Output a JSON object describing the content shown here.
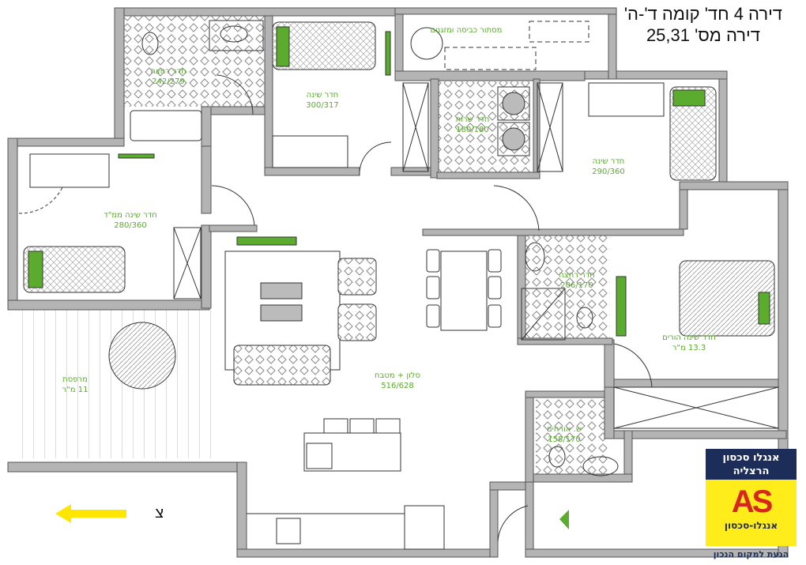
{
  "title": {
    "line1": "דירה 4 חד' קומה ד'-ה'",
    "line2": "דירה מס' 25,31"
  },
  "rooms": [
    {
      "name": "חדר רחצה",
      "size": "242/279"
    },
    {
      "name": "חדר שינה",
      "size": "300/317"
    },
    {
      "name": "מסתור כביסה ומזגנים",
      "size": ""
    },
    {
      "name": "חדר שרות",
      "size": "180/180"
    },
    {
      "name": "חדר שינה",
      "size": "290/360"
    },
    {
      "name": "חדר שינה ממ\"ד",
      "size": "280/360"
    },
    {
      "name": "מרפסת",
      "size": "11 מ\"ר"
    },
    {
      "name": "סלון + מטבח",
      "size": "516/628"
    },
    {
      "name": "חדר רחצה",
      "size": "206/170"
    },
    {
      "name": "חדר שינה הורים",
      "size": "13.3 מ\"ר"
    },
    {
      "name": "ש. אורחים",
      "size": "158/170"
    }
  ],
  "north": {
    "label": "צ"
  },
  "logo": {
    "line1": "אנגלו סכסון",
    "line2": "הרצליה",
    "mark": "AS",
    "brand": "אנגלו-סכסון",
    "slogan": "הגעת למקום הנכון"
  },
  "colors": {
    "wall": "#b4b4b4",
    "accent": "#5aab2e",
    "arrow": "#ffe600",
    "logo_blue": "#1c2d5a",
    "logo_yellow": "#ffec1a",
    "logo_red": "#d7261e"
  }
}
